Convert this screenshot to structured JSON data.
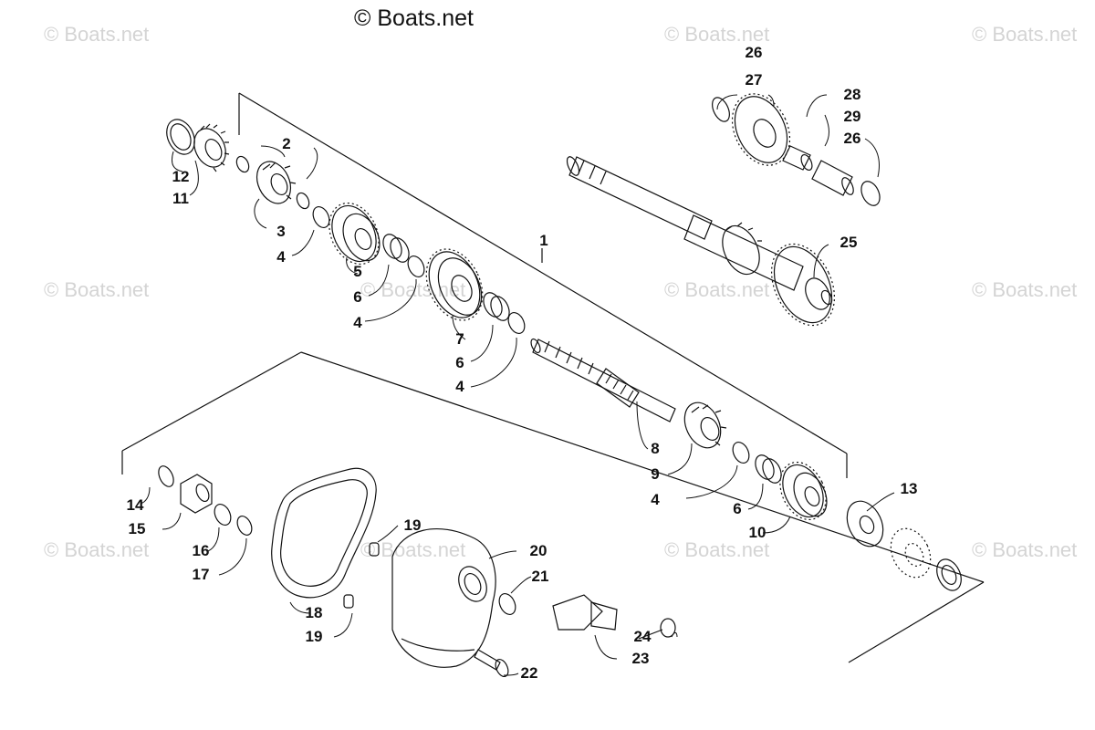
{
  "copyright": "© Boats.net",
  "watermark_text": "© Boats.net",
  "callouts": {
    "c1": "1",
    "c2": "2",
    "c3": "3",
    "c4a": "4",
    "c4b": "4",
    "c4c": "4",
    "c4d": "4",
    "c5": "5",
    "c6a": "6",
    "c6b": "6",
    "c6c": "6",
    "c7": "7",
    "c8": "8",
    "c9": "9",
    "c10": "10",
    "c11": "11",
    "c12": "12",
    "c13": "13",
    "c14": "14",
    "c15": "15",
    "c16": "16",
    "c17": "17",
    "c18": "18",
    "c19a": "19",
    "c19b": "19",
    "c20": "20",
    "c21": "21",
    "c22": "22",
    "c23": "23",
    "c24": "24",
    "c25": "25",
    "c26a": "26",
    "c26b": "26",
    "c27": "27",
    "c28": "28",
    "c29": "29"
  }
}
